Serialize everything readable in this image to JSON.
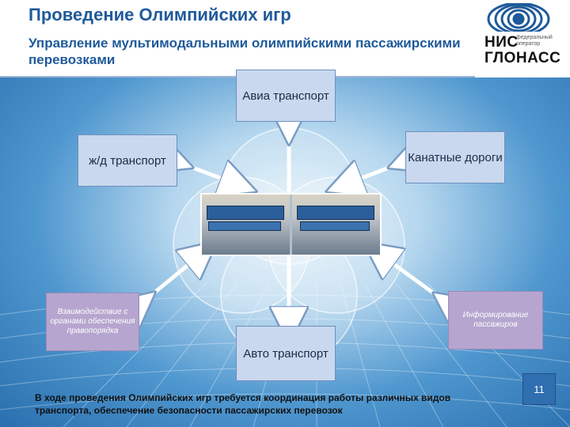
{
  "header": {
    "title": "Проведение Олимпийских игр",
    "subtitle": "Управление мультимодальными олимпийскими пассажирскими перевозками"
  },
  "logo": {
    "name_line1": "НИС",
    "name_line2": "ГЛОНАСС",
    "tagline": "федеральный оператор",
    "icon": "signal-waves-icon"
  },
  "diagram": {
    "top": "Авиа транспорт",
    "left": "ж/д транспорт",
    "right": "Канатные дороги",
    "bottom": "Авто транспорт",
    "bottom_left": "Взаимодействие с органами обеспечения правопорядка",
    "bottom_right": "Информирование пассажиров",
    "center_image": "control-room-photo"
  },
  "caption": "В ходе проведения Олимпийских игр требуется координация работы различных видов транспорта, обеспечение безопасности пассажирских перевозок",
  "page_number": "11",
  "colors": {
    "title": "#1f5a9a",
    "box_blue": "#c9d8ee",
    "box_purple": "#b6a6cf",
    "page_badge": "#2f6fb0"
  }
}
